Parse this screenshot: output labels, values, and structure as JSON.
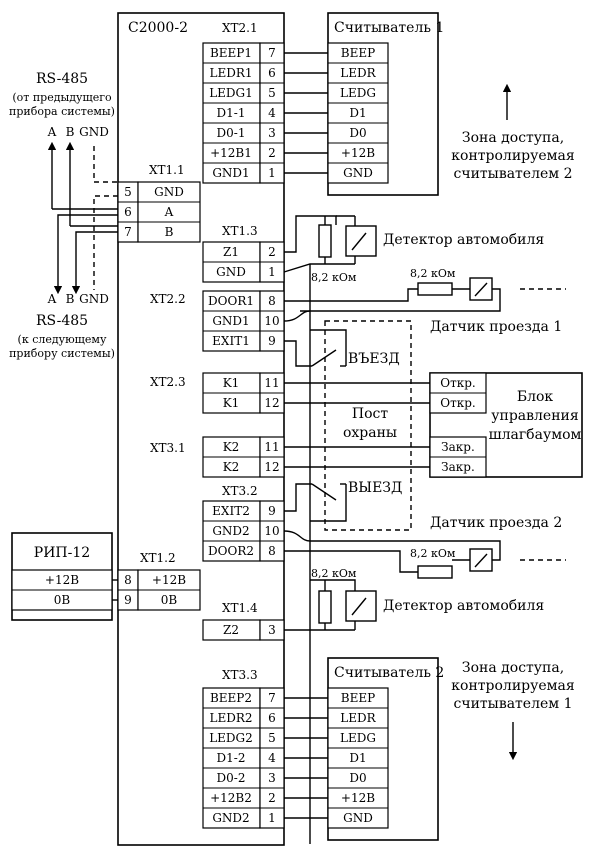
{
  "controller": {
    "title": "С2000-2"
  },
  "xt21": {
    "label": "XT2.1",
    "rows": [
      {
        "name": "BEEP1",
        "num": "7"
      },
      {
        "name": "LEDR1",
        "num": "6"
      },
      {
        "name": "LEDG1",
        "num": "5"
      },
      {
        "name": "D1-1",
        "num": "4"
      },
      {
        "name": "D0-1",
        "num": "3"
      },
      {
        "name": "+12B1",
        "num": "2"
      },
      {
        "name": "GND1",
        "num": "1"
      }
    ]
  },
  "reader1": {
    "title": "Считыватель 1",
    "rows": [
      "BEEP",
      "LEDR",
      "LEDG",
      "D1",
      "D0",
      "+12В",
      "GND"
    ]
  },
  "xt33": {
    "label": "XT3.3",
    "rows": [
      {
        "name": "BEEP2",
        "num": "7"
      },
      {
        "name": "LEDR2",
        "num": "6"
      },
      {
        "name": "LEDG2",
        "num": "5"
      },
      {
        "name": "D1-2",
        "num": "4"
      },
      {
        "name": "D0-2",
        "num": "3"
      },
      {
        "name": "+12B2",
        "num": "2"
      },
      {
        "name": "GND2",
        "num": "1"
      }
    ]
  },
  "reader2": {
    "title": "Считыватель 2",
    "rows": [
      "BEEP",
      "LEDR",
      "LEDG",
      "D1",
      "D0",
      "+12В",
      "GND"
    ]
  },
  "xt11": {
    "label": "XT1.1",
    "rows": [
      {
        "num": "5",
        "name": "GND"
      },
      {
        "num": "6",
        "name": "A"
      },
      {
        "num": "7",
        "name": "B"
      }
    ]
  },
  "rs485_top": {
    "title": "RS-485",
    "line1": "(от предыдущего",
    "line2": "прибора системы)",
    "a": "A",
    "b": "B",
    "gnd": "GND"
  },
  "rs485_bottom": {
    "title": "RS-485",
    "line1": "(к следующему",
    "line2": "прибору системы)",
    "a": "A",
    "b": "B",
    "gnd": "GND"
  },
  "xt13": {
    "label": "XT1.3",
    "rows": [
      {
        "name": "Z1",
        "num": "2"
      },
      {
        "name": "GND",
        "num": "1"
      }
    ]
  },
  "xt22": {
    "label": "XT2.2",
    "rows": [
      {
        "name": "DOOR1",
        "num": "8"
      },
      {
        "name": "GND1",
        "num": "10"
      },
      {
        "name": "EXIT1",
        "num": "9"
      }
    ]
  },
  "xt23": {
    "label": "XT2.3",
    "rows": [
      {
        "name": "K1",
        "num": "11"
      },
      {
        "name": "K1",
        "num": "12"
      }
    ]
  },
  "xt31": {
    "label": "XT3.1",
    "rows": [
      {
        "name": "K2",
        "num": "11"
      },
      {
        "name": "K2",
        "num": "12"
      }
    ]
  },
  "xt32": {
    "label": "XT3.2",
    "rows": [
      {
        "name": "EXIT2",
        "num": "9"
      },
      {
        "name": "GND2",
        "num": "10"
      },
      {
        "name": "DOOR2",
        "num": "8"
      }
    ]
  },
  "xt12": {
    "label": "XT1.2",
    "rows": [
      {
        "num": "8",
        "name": "+12В"
      },
      {
        "num": "9",
        "name": "0В"
      }
    ]
  },
  "xt14": {
    "label": "XT1.4",
    "rows": [
      {
        "name": "Z2",
        "num": "3"
      }
    ]
  },
  "rip": {
    "title": "РИП-12",
    "rows": [
      "+12В",
      "0В"
    ]
  },
  "labels": {
    "detector_top": "Детектор автомобиля",
    "detector_bottom": "Детектор автомобиля",
    "res_top": "8,2 кОм",
    "res_door1": "8,2 кОм",
    "res_door2": "8,2 кОм",
    "res_bottom": "8,2 кОм",
    "sensor1": "Датчик проезда 1",
    "sensor2": "Датчик проезда 2",
    "entry": "ВЪЕЗД",
    "exit": "ВЫЕЗД",
    "post_line1": "Пост",
    "post_line2": "охраны"
  },
  "barrier": {
    "line1": "Блок",
    "line2": "управления",
    "line3": "шлагбаумом",
    "open": "Откр.",
    "close": "Закр."
  },
  "zone1": {
    "line1": "Зона доступа,",
    "line2": "контролируемая",
    "line3": "считывателем 2"
  },
  "zone2": {
    "line1": "Зона доступа,",
    "line2": "контролируемая",
    "line3": "считывателем 1"
  }
}
